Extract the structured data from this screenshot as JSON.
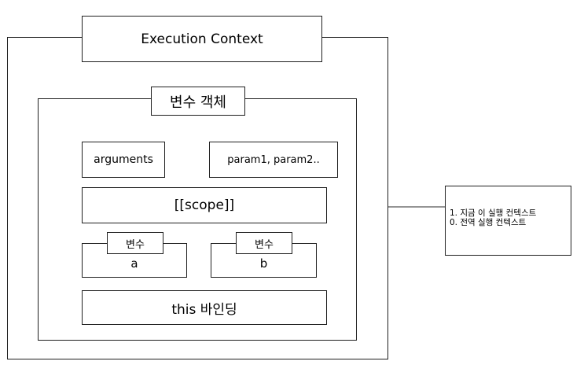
{
  "diagram": {
    "title": "Execution Context",
    "variable_object": {
      "title": "변수 객체",
      "arguments": "arguments",
      "params": "param1, param2..",
      "scope": "[[scope]]",
      "var_a": {
        "tag": "변수",
        "name": "a"
      },
      "var_b": {
        "tag": "변수",
        "name": "b"
      },
      "this_binding": "this 바인딩"
    },
    "scope_chain": {
      "line1": "1. 지금 이 실행 컨텍스트",
      "line2": "0. 전역 실행 컨텍스트"
    }
  }
}
